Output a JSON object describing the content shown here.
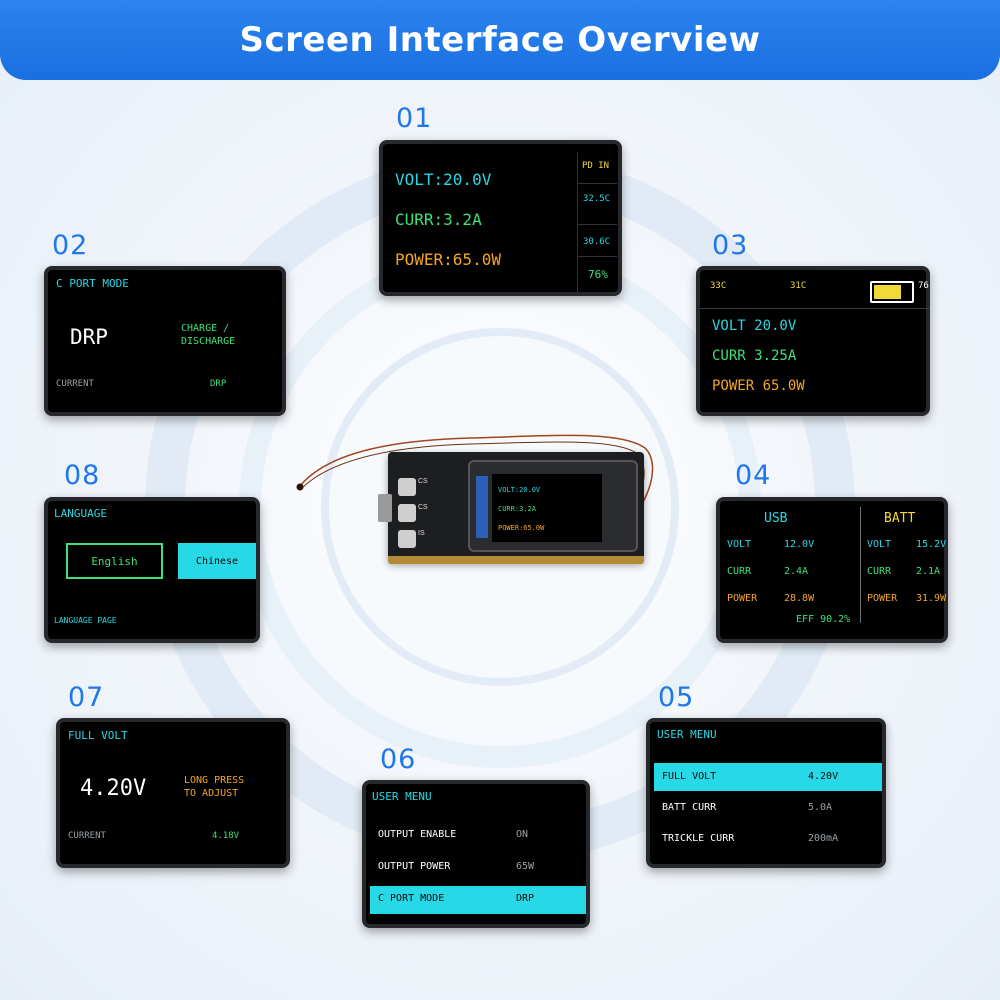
{
  "title": "Screen Interface Overview",
  "s01": {
    "num": "01",
    "volt": "VOLT:20.0V",
    "curr": "CURR:3.2A",
    "power": "POWER:65.0W",
    "side_header": "PD IN",
    "temp1": "32.5C",
    "temp2": "30.6C",
    "percent": "76%"
  },
  "s02": {
    "num": "02",
    "title": "C PORT MODE",
    "mode": "DRP",
    "desc_line1": "CHARGE /",
    "desc_line2": "DISCHARGE",
    "current_label": "CURRENT",
    "current_value": "DRP"
  },
  "s03": {
    "num": "03",
    "temp1": "33C",
    "temp2": "31C",
    "batt_pct": "76",
    "battery_level": 0.76,
    "volt": "VOLT 20.0V",
    "curr": "CURR 3.25A",
    "power": "POWER 65.0W"
  },
  "s04": {
    "num": "04",
    "usb_header": "USB",
    "batt_header": "BATT",
    "volt_label": "VOLT",
    "curr_label": "CURR",
    "power_label": "POWER",
    "usb_volt": "12.0V",
    "usb_curr": "2.4A",
    "usb_power": "28.8W",
    "batt_volt": "15.2V",
    "batt_curr": "2.1A",
    "batt_power": "31.9W",
    "eff": "EFF 90.2%"
  },
  "s05": {
    "num": "05",
    "title": "USER MENU",
    "items": [
      {
        "label": "FULL VOLT",
        "value": "4.20V"
      },
      {
        "label": "BATT CURR",
        "value": "5.0A"
      },
      {
        "label": "TRICKLE CURR",
        "value": "200mA"
      }
    ]
  },
  "s06": {
    "num": "06",
    "title": "USER MENU",
    "items": [
      {
        "label": "OUTPUT ENABLE",
        "value": "ON"
      },
      {
        "label": "OUTPUT POWER",
        "value": "65W"
      },
      {
        "label": "C PORT MODE",
        "value": "DRP"
      }
    ]
  },
  "s07": {
    "num": "07",
    "title": "FULL VOLT",
    "value": "4.20V",
    "hint_line1": "LONG PRESS",
    "hint_line2": "TO ADJUST",
    "current_label": "CURRENT",
    "current_value": "4.18V"
  },
  "s08": {
    "num": "08",
    "title": "LANGUAGE",
    "opt_english": "English",
    "opt_chinese": "Chinese",
    "footer": "LANGUAGE PAGE"
  },
  "device": {
    "mini_volt": "VOLT:20.0V",
    "mini_curr": "CURR:3.2A",
    "mini_power": "POWER:65.0W",
    "btn1": "CS",
    "btn2": "CS",
    "btn3": "IS"
  },
  "colors": {
    "accent_blue": "#1f78e8",
    "cyan": "#27d9e6",
    "green": "#3ee07a",
    "orange": "#f5a524",
    "yellow": "#f2d93a"
  }
}
